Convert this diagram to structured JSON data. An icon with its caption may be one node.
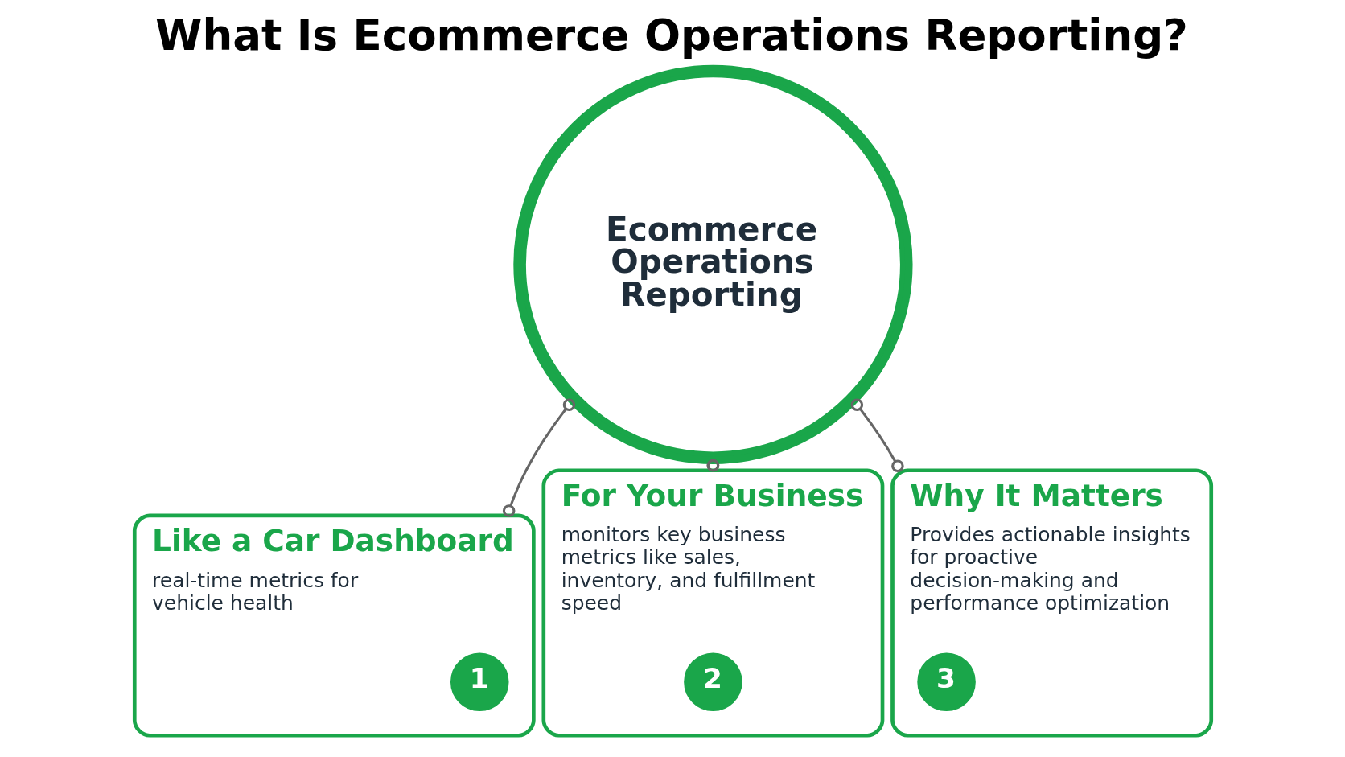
{
  "diagram": {
    "title": "What Is Ecommerce Operations Reporting?",
    "nodes": [
      {
        "text": [
          "Like a Car Dashboard",
          "real-time metrics for vehicle health"
        ]
      },
      {
        "text": [
          "1"
        ],
        "in": 0
      },
      {
        "text": [
          "Ecommerce Operations Reporting"
        ]
      },
      {
        "text": [
          "For Your Business",
          "monitors key business metrics like sales, inventory, and fulfillment speed"
        ]
      },
      {
        "text": [
          "2"
        ],
        "in": 3
      },
      {
        "text": [
          "Why It Matters",
          "Provides actionable insights for proactive decision-making and performance optimization"
        ]
      },
      {
        "text": [
          "3"
        ],
        "in": 5
      }
    ],
    "edges": [
      {
        "from": 2,
        "to": 0,
        "arrow": "other"
      },
      {
        "from": 2,
        "to": 3,
        "arrow": "other"
      },
      {
        "from": 2,
        "to": 5,
        "arrow": "other"
      }
    ]
  }
}
